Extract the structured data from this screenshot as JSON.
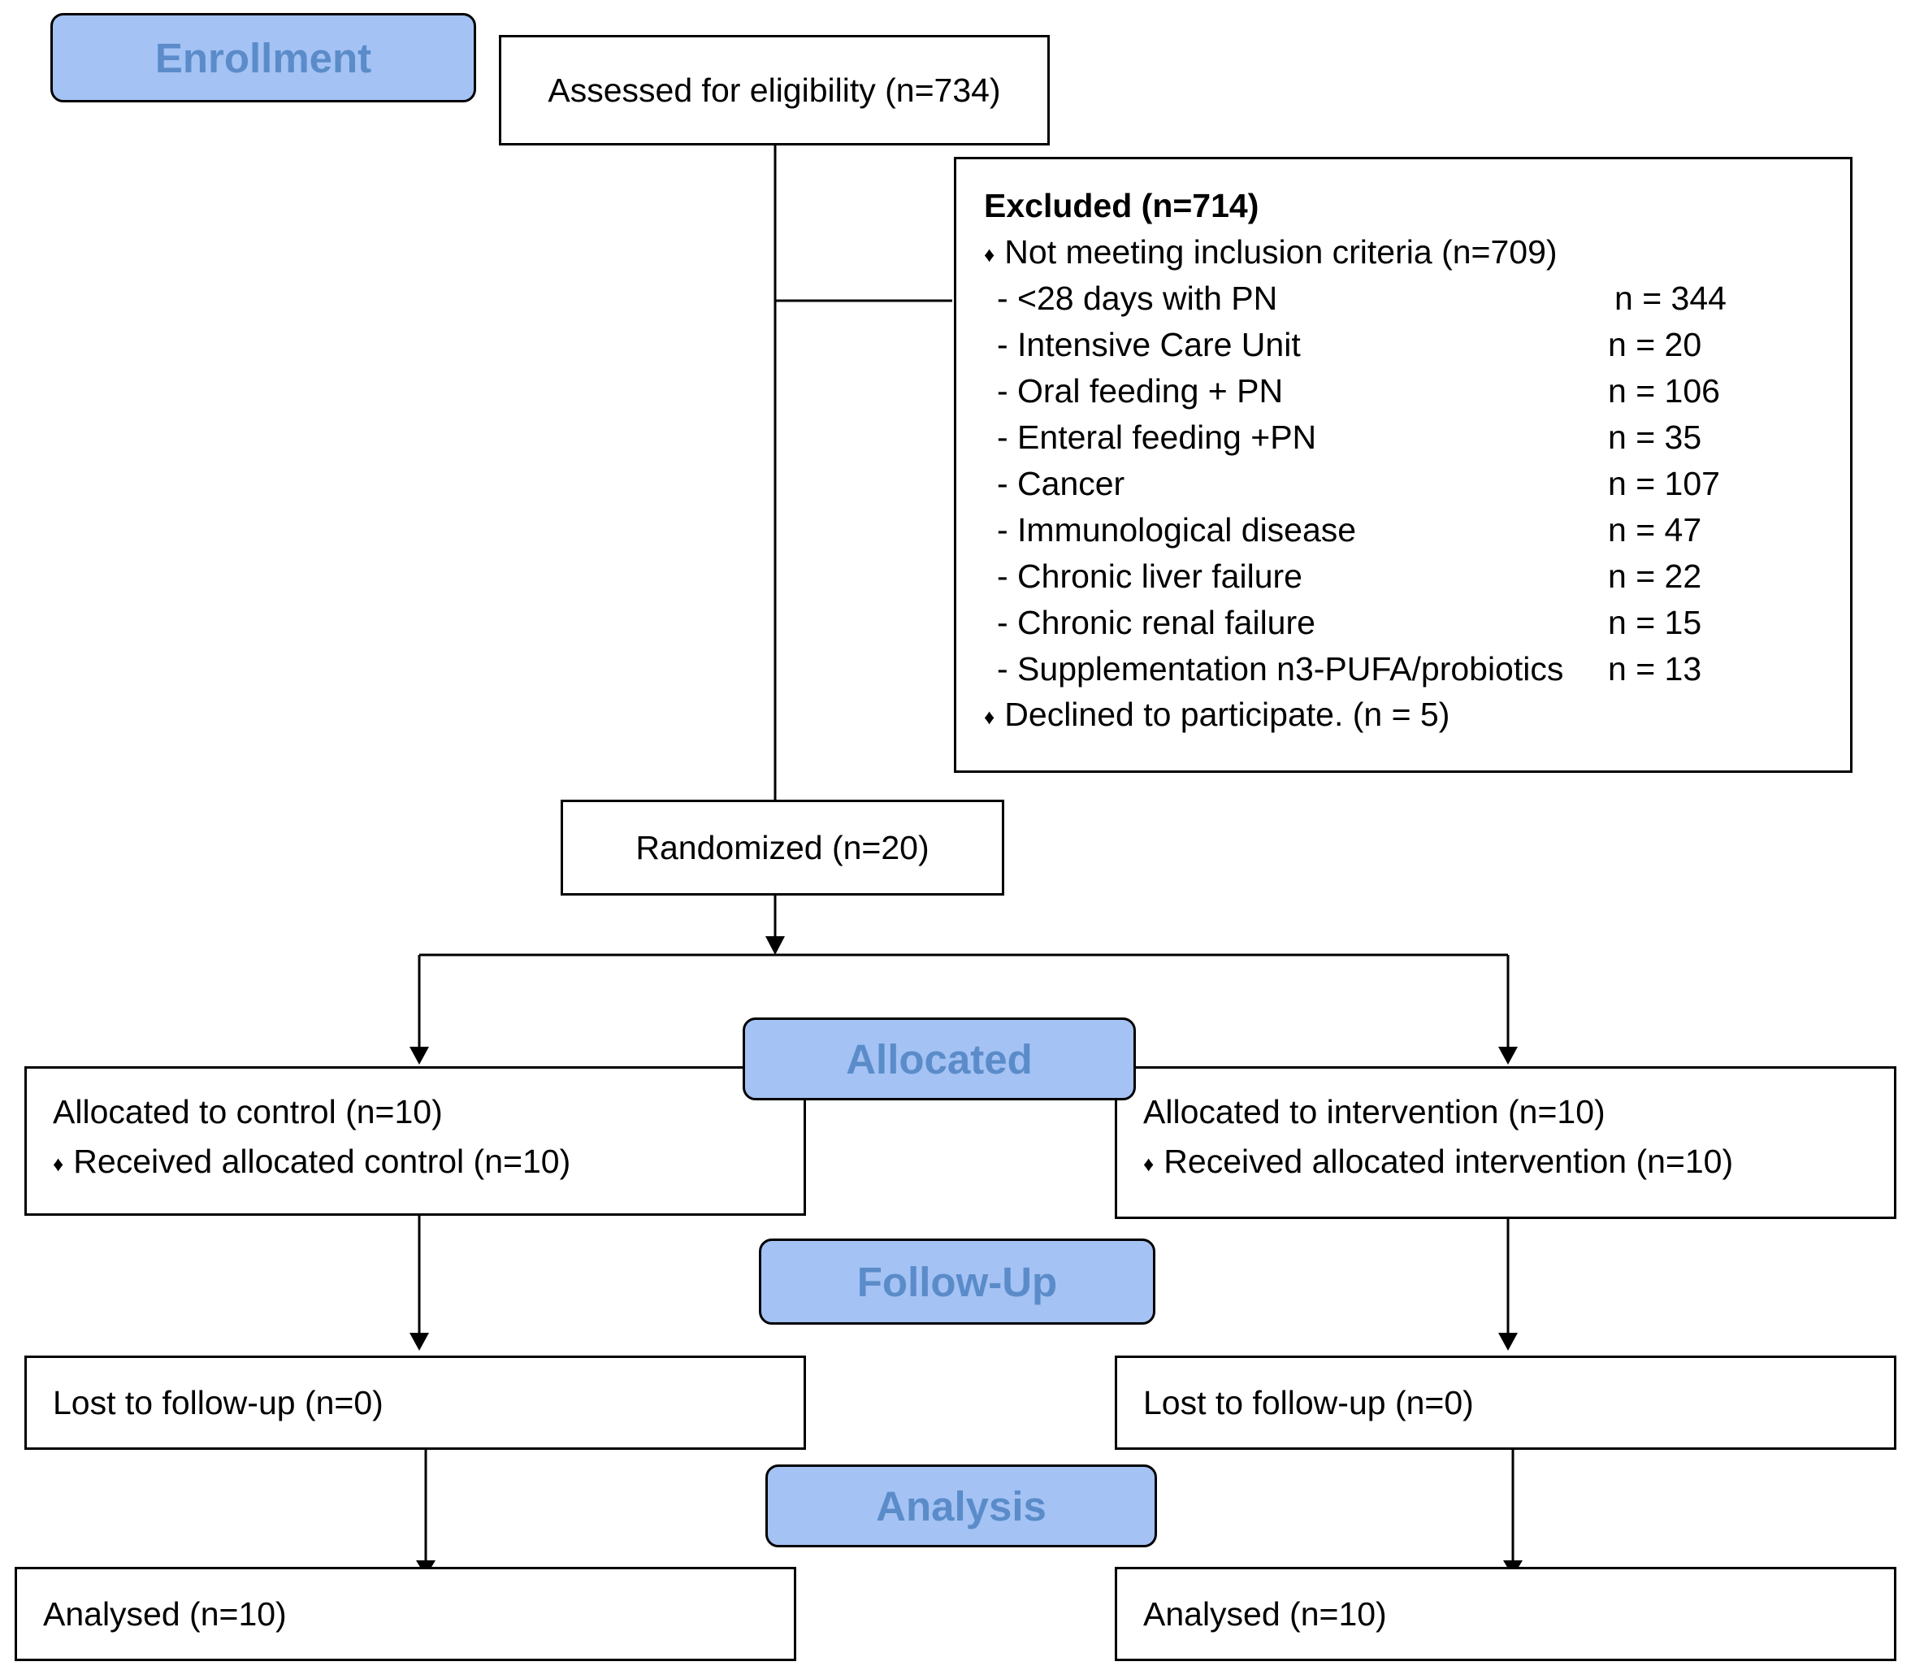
{
  "stages": {
    "enrollment": "Enrollment",
    "allocated": "Allocated",
    "follow_up": "Follow-Up",
    "analysis": "Analysis"
  },
  "assessed": "Assessed for eligibility (n=734)",
  "excluded": {
    "title": "Excluded (n=714)",
    "bullet_symbol": "♦",
    "not_meeting": "Not meeting inclusion criteria (n=709)",
    "reasons": [
      {
        "label": "- <28 days with PN",
        "count": "n = 344"
      },
      {
        "label": "- Intensive Care Unit",
        "count": "n = 20"
      },
      {
        "label": "- Oral feeding + PN",
        "count": "n = 106"
      },
      {
        "label": "- Enteral feeding +PN",
        "count": "n = 35"
      },
      {
        "label": "- Cancer",
        "count": "n = 107"
      },
      {
        "label": "- Immunological disease",
        "count": "n = 47"
      },
      {
        "label": "- Chronic liver failure",
        "count": "n = 22"
      },
      {
        "label": "- Chronic renal failure",
        "count": "n = 15"
      },
      {
        "label": "- Supplementation n3-PUFA/probiotics",
        "count": "n = 13"
      }
    ],
    "declined": "Declined to participate.   (n = 5)"
  },
  "randomized": "Randomized (n=20)",
  "control": {
    "allocated": "Allocated to control (n=10)",
    "received": "Received allocated control (n=10)",
    "lost": "Lost to follow-up (n=0)",
    "analysed": "Analysed (n=10)"
  },
  "intervention": {
    "allocated": "Allocated to intervention (n=10)",
    "received": "Received allocated intervention (n=10)",
    "lost": "Lost to follow-up (n=0)",
    "analysed": "Analysed (n=10)"
  }
}
